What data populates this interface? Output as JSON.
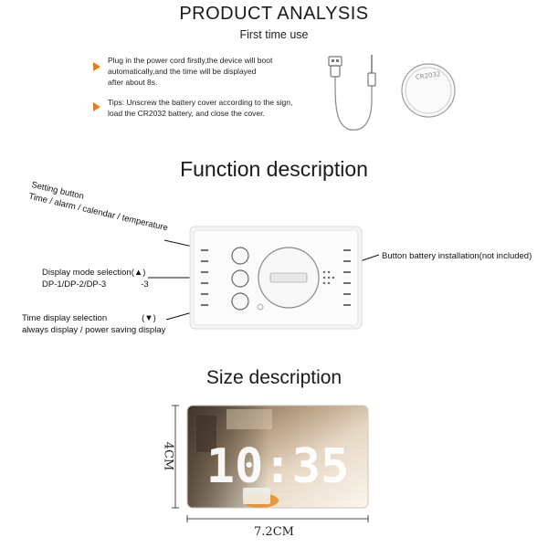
{
  "header": {
    "title": "PRODUCT ANALYSIS",
    "subtitle": "First time use"
  },
  "tips": [
    {
      "lines": [
        "Plug in the power cord firstly,the device will boot",
        "automatically,and the time will be displayed",
        "after about 8s."
      ]
    },
    {
      "lines": [
        "Tips: Unscrew the battery cover according to the sign,",
        "load the CR2032 battery, and close the cover."
      ]
    }
  ],
  "battery_label": "CR2032",
  "function": {
    "title": "Function description",
    "setting_button": [
      "Setting button",
      "Time / alarm / calendar / temperature"
    ],
    "display_mode": [
      "Display mode selection",
      "DP-1/DP-2/DP-3"
    ],
    "display_mode_symbol": "(▲)",
    "display_mode_note": "-3",
    "time_display": [
      "Time display selection",
      "always display / power saving display"
    ],
    "time_display_symbol": "(▼)",
    "battery_install": "Button battery installation(not included)"
  },
  "size": {
    "title": "Size description",
    "height": "4CM",
    "width": "7.2CM",
    "clock_digits": "10:35"
  },
  "colors": {
    "accent": "#e0801f"
  },
  "icons": [
    "usb-cable-icon",
    "coin-battery-icon",
    "arrow-bullet-icon"
  ]
}
